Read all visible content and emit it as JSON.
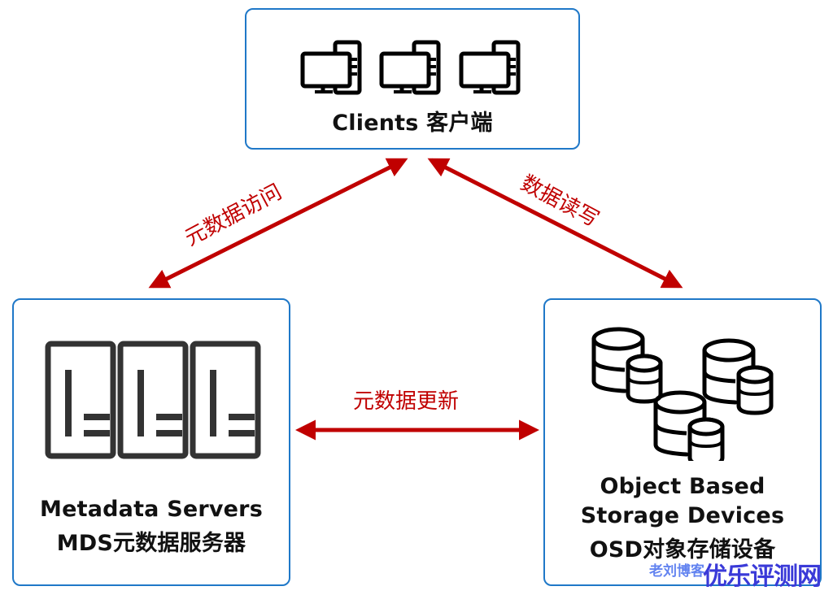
{
  "colors": {
    "box_border": "#1f78c8",
    "arrow": "#c00000",
    "text": "#111111",
    "icon_dark": "#333333",
    "watermark_primary": "#3a3ad8",
    "watermark_secondary": "#5a7df0"
  },
  "nodes": {
    "clients": {
      "label": "Clients 客户端",
      "icon": "desktop-computer-icon",
      "icon_count": 3
    },
    "mds": {
      "label_line1": "Metadata Servers",
      "label_line2": "MDS元数据服务器",
      "icon": "server-rack-icon",
      "icon_count": 3
    },
    "osd": {
      "label_line1": "Object Based",
      "label_line2": "Storage Devices",
      "label_line3": "OSD对象存储设备",
      "icon": "database-cylinder-icon",
      "icon_count": 3
    }
  },
  "edges": [
    {
      "from": "clients",
      "to": "mds",
      "label": "元数据访问",
      "direction": "bidirectional"
    },
    {
      "from": "clients",
      "to": "osd",
      "label": "数据读写",
      "direction": "bidirectional"
    },
    {
      "from": "mds",
      "to": "osd",
      "label": "元数据更新",
      "direction": "bidirectional"
    }
  ],
  "watermark": {
    "secondary": "老刘博客",
    "primary": "优乐评测网"
  }
}
